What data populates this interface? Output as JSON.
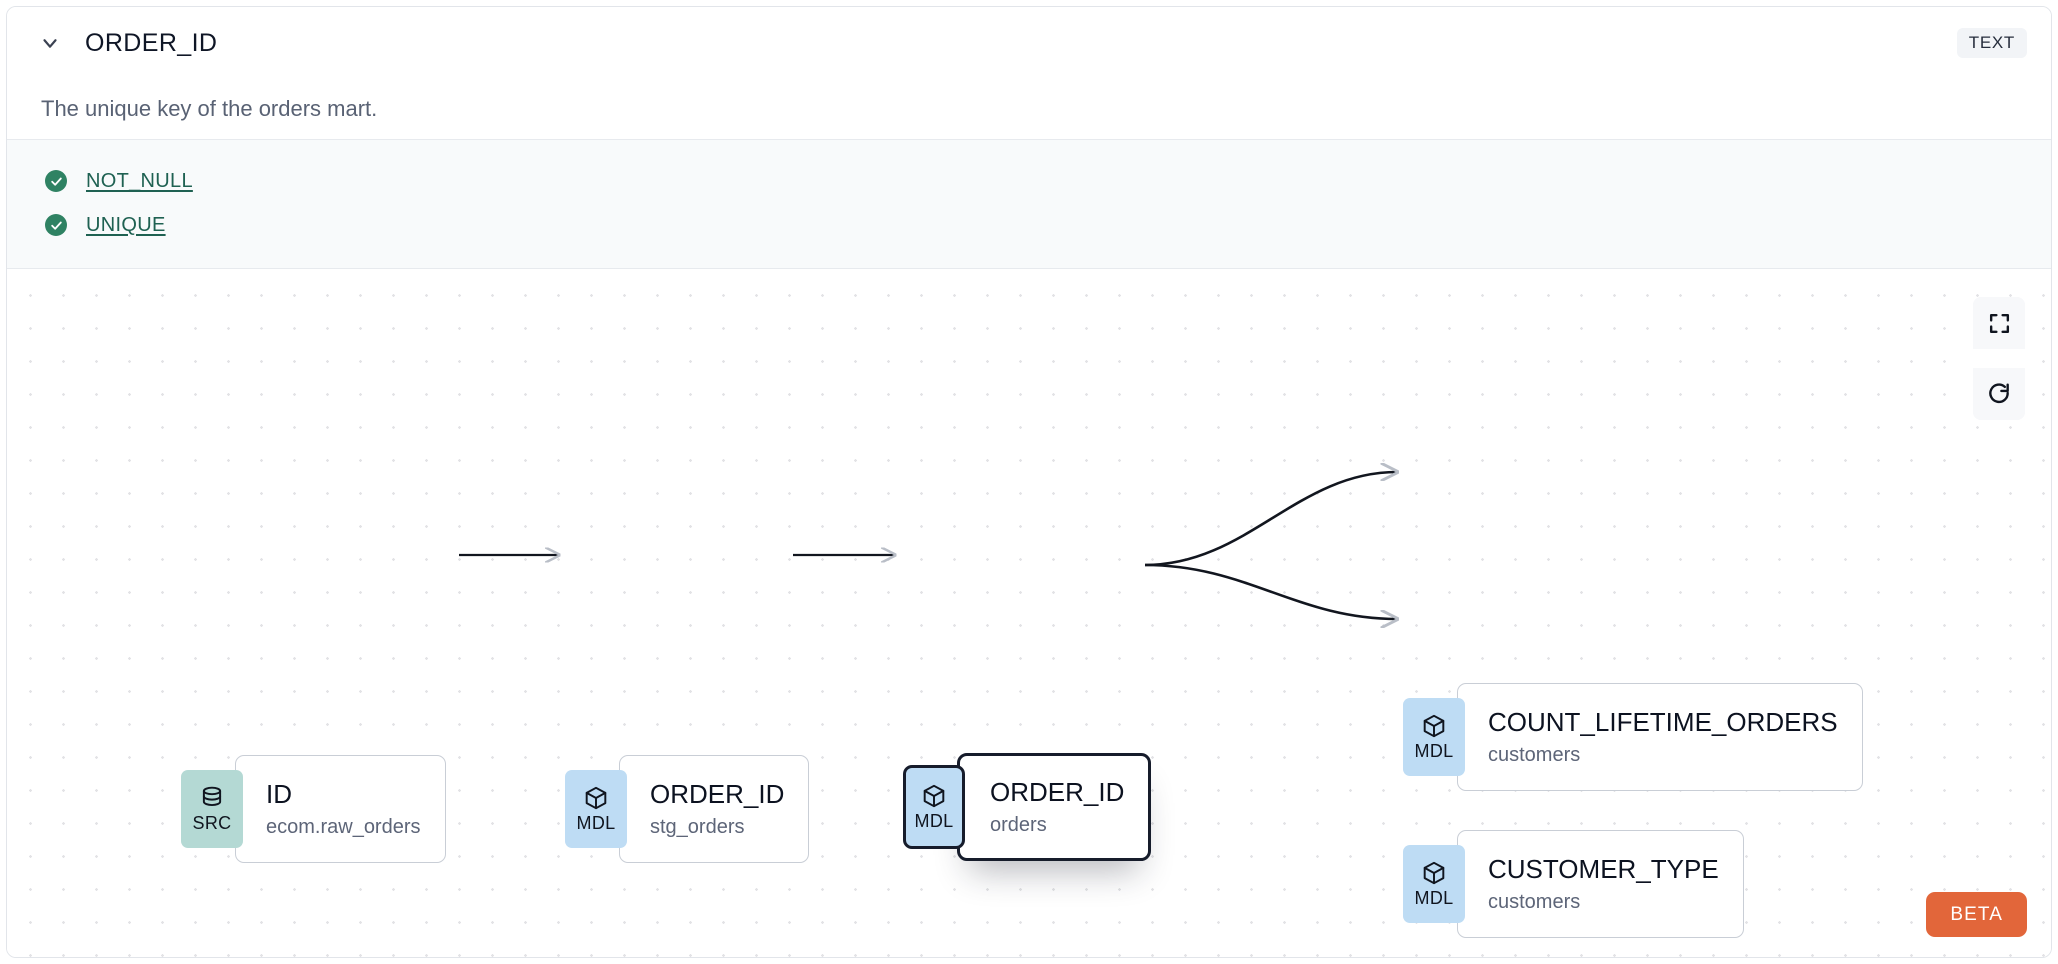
{
  "header": {
    "chevron_icon": "chevron-down-icon",
    "column_name": "ORDER_ID",
    "type_badge": "TEXT"
  },
  "description": {
    "text": "The unique key of the orders mart."
  },
  "tests": [
    {
      "icon": "check-circle-icon",
      "label": "NOT_NULL",
      "status": "passed"
    },
    {
      "icon": "check-circle-icon",
      "label": "UNIQUE",
      "status": "passed"
    }
  ],
  "lineage": {
    "nodes": [
      {
        "id": "n1",
        "badge": "SRC",
        "badge_icon": "database-icon",
        "name": "ID",
        "sub": "ecom.raw_orders",
        "selected": false
      },
      {
        "id": "n2",
        "badge": "MDL",
        "badge_icon": "cube-icon",
        "name": "ORDER_ID",
        "sub": "stg_orders",
        "selected": false
      },
      {
        "id": "n3",
        "badge": "MDL",
        "badge_icon": "cube-icon",
        "name": "ORDER_ID",
        "sub": "orders",
        "selected": true
      },
      {
        "id": "n4",
        "badge": "MDL",
        "badge_icon": "cube-icon",
        "name": "COUNT_LIFETIME_ORDERS",
        "sub": "customers",
        "selected": false
      },
      {
        "id": "n5",
        "badge": "MDL",
        "badge_icon": "cube-icon",
        "name": "CUSTOMER_TYPE",
        "sub": "customers",
        "selected": false
      }
    ],
    "edges": [
      {
        "from": "n1",
        "to": "n2"
      },
      {
        "from": "n2",
        "to": "n3"
      },
      {
        "from": "n3",
        "to": "n4"
      },
      {
        "from": "n3",
        "to": "n5"
      }
    ],
    "controls": [
      {
        "icon": "fullscreen-icon",
        "name": "fit-view-button"
      },
      {
        "icon": "refresh-icon",
        "name": "reset-button"
      }
    ],
    "beta_label": "BETA"
  },
  "colors": {
    "src_badge": "#b4d9d4",
    "mdl_badge": "#bedcf4",
    "test_pass": "#2f8263",
    "test_link": "#1f6152",
    "beta": "#e2663a",
    "selected_border": "#161c2b"
  }
}
